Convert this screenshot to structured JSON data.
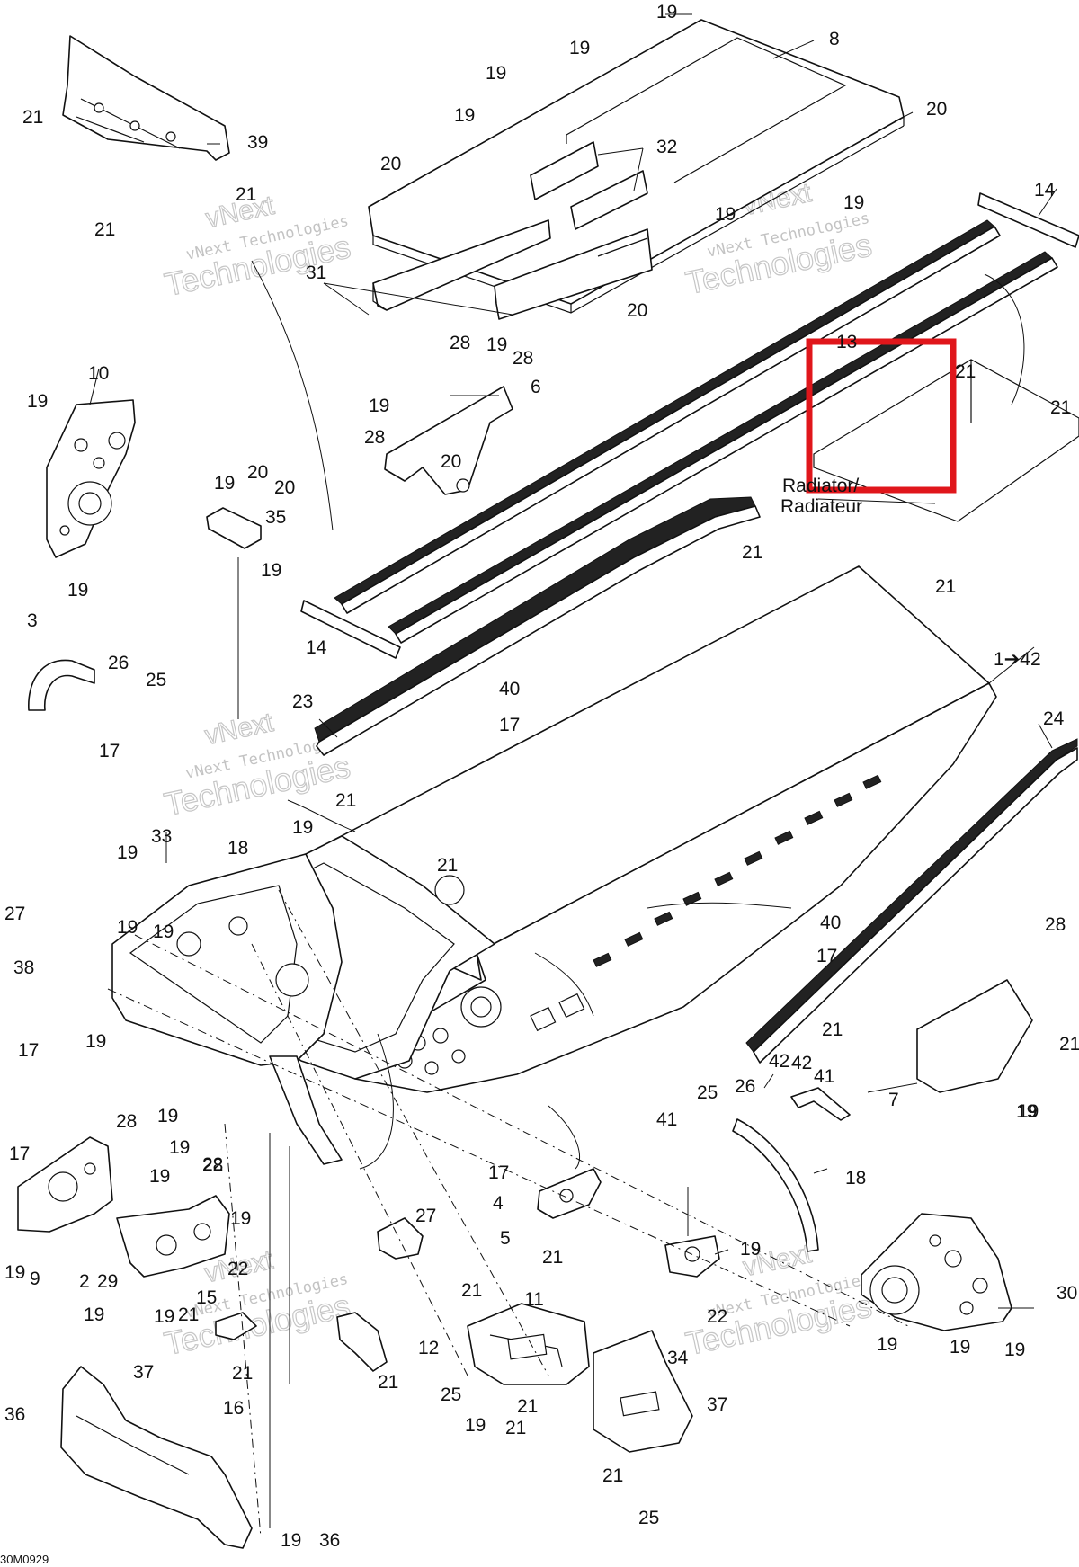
{
  "diagram": {
    "code": "30M0929",
    "annotation_text": [
      "Radiator/",
      "Radiateur"
    ],
    "highlight_color": "#e0161b",
    "highlighted_part": "13",
    "watermark": {
      "line1": "vNext",
      "line2": "vNext Technologies",
      "line3": "Technologies"
    },
    "callouts": [
      "19",
      "8",
      "19",
      "19",
      "20",
      "19",
      "20",
      "32",
      "21",
      "39",
      "21",
      "21",
      "31",
      "14",
      "19",
      "19",
      "20",
      "20",
      "13",
      "21",
      "21",
      "28",
      "19",
      "28",
      "6",
      "19",
      "28",
      "10",
      "19",
      "19",
      "20",
      "19",
      "20",
      "35",
      "19",
      "Radiator/",
      "21",
      "21",
      "3",
      "26",
      "25",
      "14",
      "17",
      "23",
      "40",
      "17",
      "1➔42",
      "24",
      "41",
      "42",
      "21",
      "19",
      "33",
      "19",
      "18",
      "21",
      "19",
      "27",
      "19",
      "38",
      "40",
      "17",
      "28",
      "17",
      "19",
      "21",
      "21",
      "19",
      "7",
      "19",
      "28",
      "19",
      "19",
      "22",
      "28",
      "25",
      "26",
      "42",
      "41",
      "17",
      "17",
      "19",
      "18",
      "27",
      "4",
      "5",
      "21",
      "29",
      "19",
      "19",
      "9",
      "2",
      "22",
      "19",
      "19",
      "19",
      "22",
      "30",
      "21",
      "11",
      "15",
      "21",
      "12",
      "19",
      "19",
      "19",
      "21",
      "21",
      "34",
      "21",
      "25",
      "19",
      "21",
      "37",
      "16",
      "37",
      "36",
      "21",
      "19",
      "36",
      "25"
    ]
  }
}
